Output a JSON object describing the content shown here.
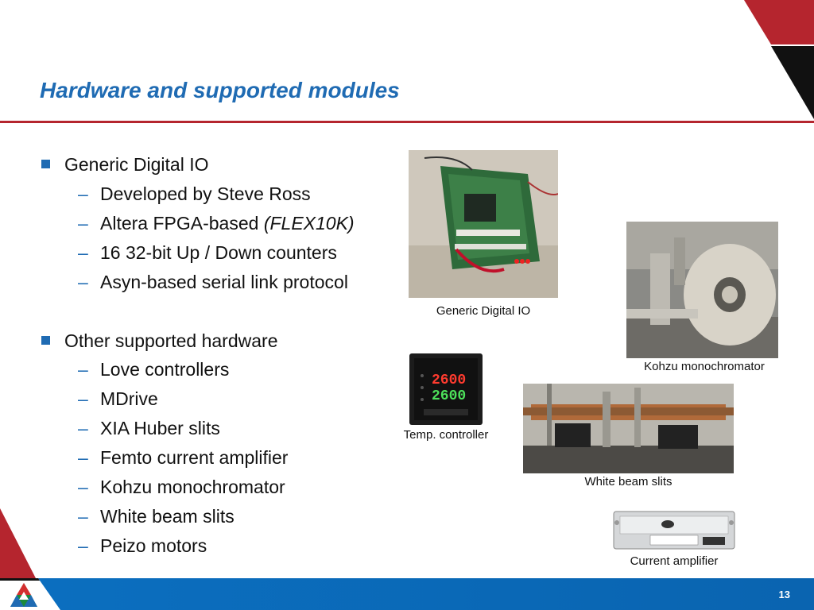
{
  "slide": {
    "title": "Hardware and supported modules",
    "page_number": "13"
  },
  "bullets": {
    "group1": {
      "heading": "Generic Digital IO",
      "items": [
        "Developed by Steve Ross",
        "Altera FPGA-based ",
        "16 32-bit Up / Down counters",
        "Asyn-based serial link protocol"
      ],
      "italic_suffix": "(FLEX10K)"
    },
    "group2": {
      "heading": "Other supported hardware",
      "items": [
        "Love controllers",
        "MDrive",
        "XIA Huber slits",
        "Femto current amplifier",
        "Kohzu monochromator",
        "White beam slits",
        "Peizo motors"
      ]
    }
  },
  "images": {
    "digital_io": {
      "caption": "Generic Digital IO"
    },
    "kohzu": {
      "caption": "Kohzu monochromator"
    },
    "temp_controller": {
      "caption": "Temp. controller",
      "display_top": "2600",
      "display_bottom": "2600"
    },
    "white_beam": {
      "caption": "White beam slits"
    },
    "current_amp": {
      "caption": "Current amplifier"
    }
  },
  "colors": {
    "accent_blue": "#1f6bb3",
    "accent_red": "#b5252e",
    "footer_blue": "#0b6fc0"
  }
}
